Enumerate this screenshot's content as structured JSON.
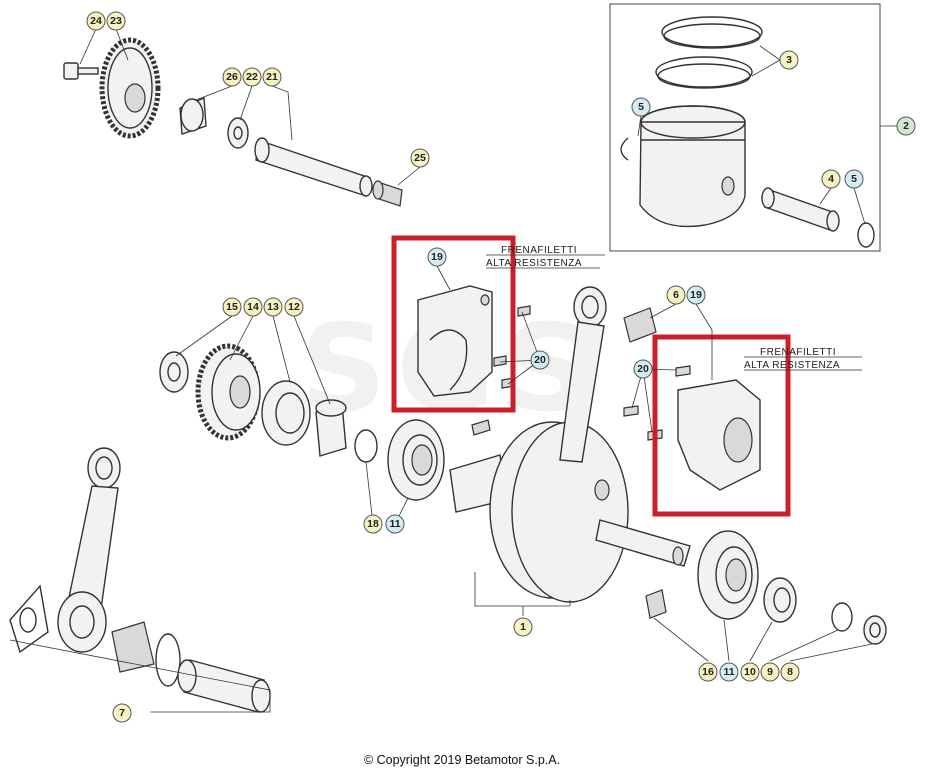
{
  "callouts": [
    {
      "label": "24",
      "color": "yellow"
    },
    {
      "label": "23",
      "color": "yellow"
    },
    {
      "label": "26",
      "color": "yellow"
    },
    {
      "label": "22",
      "color": "yellow"
    },
    {
      "label": "21",
      "color": "yellow"
    },
    {
      "label": "25",
      "color": "yellow"
    },
    {
      "label": "3",
      "color": "yellow"
    },
    {
      "label": "5",
      "color": "blue"
    },
    {
      "label": "2",
      "color": "green"
    },
    {
      "label": "4",
      "color": "yellow"
    },
    {
      "label": "5",
      "color": "blue"
    },
    {
      "label": "19",
      "color": "blue"
    },
    {
      "label": "20",
      "color": "blue"
    },
    {
      "label": "6",
      "color": "yellow"
    },
    {
      "label": "19",
      "color": "blue"
    },
    {
      "label": "20",
      "color": "blue"
    },
    {
      "label": "15",
      "color": "yellow"
    },
    {
      "label": "14",
      "color": "yellow"
    },
    {
      "label": "13",
      "color": "yellow"
    },
    {
      "label": "12",
      "color": "yellow"
    },
    {
      "label": "18",
      "color": "yellow"
    },
    {
      "label": "11",
      "color": "blue"
    },
    {
      "label": "1",
      "color": "yellow"
    },
    {
      "label": "7",
      "color": "yellow"
    },
    {
      "label": "16",
      "color": "yellow"
    },
    {
      "label": "11",
      "color": "blue"
    },
    {
      "label": "10",
      "color": "yellow"
    },
    {
      "label": "9",
      "color": "yellow"
    },
    {
      "label": "8",
      "color": "yellow"
    }
  ],
  "notes": {
    "left_line1": "FRENAFILETTI",
    "left_line2": "ALTA RESISTENZA",
    "right_line1": "FRENAFILETTI",
    "right_line2": "ALTA RESISTENZA"
  },
  "copyright": "© Copyright 2019 Betamotor S.p.A.",
  "colors": {
    "callout_yellow": "#f6f2c2",
    "callout_blue": "#d4ecf3",
    "callout_green": "#cfe8d3",
    "highlight_box": "#cc1f2b",
    "line_art": "#333333"
  }
}
